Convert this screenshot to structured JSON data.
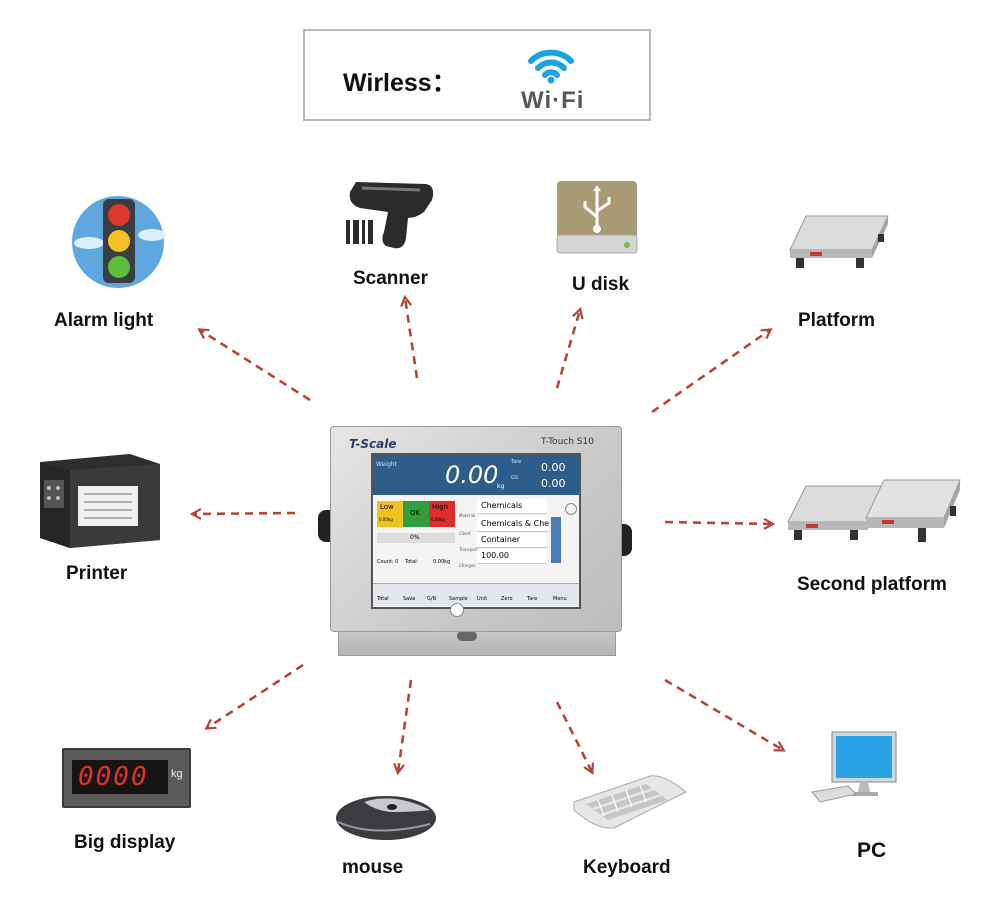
{
  "wireless": {
    "label": "Wirless：",
    "wifi_text": "Wi·Fi"
  },
  "terminal": {
    "brand": "T-Scale",
    "model": "T-Touch S10",
    "weight_label": "Weight",
    "weight_value": "0.00",
    "weight_unit": "kg",
    "tare_label": "Tare",
    "tare_value": "0.00",
    "gs_label": "GS",
    "gs_value": "0.00",
    "low": "Low",
    "ok": "OK",
    "high": "High",
    "low_sub": "0.00kg",
    "high_sub": "0.00kg",
    "progress": "0%",
    "count": "Count: 0",
    "total": "Total:",
    "total_value": "0.00kg",
    "material_label": "Material",
    "client_label": "Client",
    "transport_label": "Transport",
    "charges_label": "Charges",
    "field1": "Chemicals",
    "field2": "Chemicals & Chem",
    "field3": "Container",
    "field4": "100.00",
    "bottom_keys": [
      "Total",
      "Save",
      "G/N",
      "Sample",
      "Unit",
      "Zero",
      "Tare",
      "Menu"
    ]
  },
  "devices": {
    "alarm_light": "Alarm light",
    "scanner": "Scanner",
    "u_disk": "U disk",
    "platform": "Platform",
    "printer": "Printer",
    "second_platform": "Second platform",
    "big_display": "Big display",
    "big_display_value": "0000",
    "big_display_unit": "kg",
    "mouse": "mouse",
    "keyboard": "Keyboard",
    "pc": "PC"
  },
  "colors": {
    "arrow": "#b5473a",
    "wifi": "#1ca4e0",
    "screen": "#2f5d8a"
  }
}
